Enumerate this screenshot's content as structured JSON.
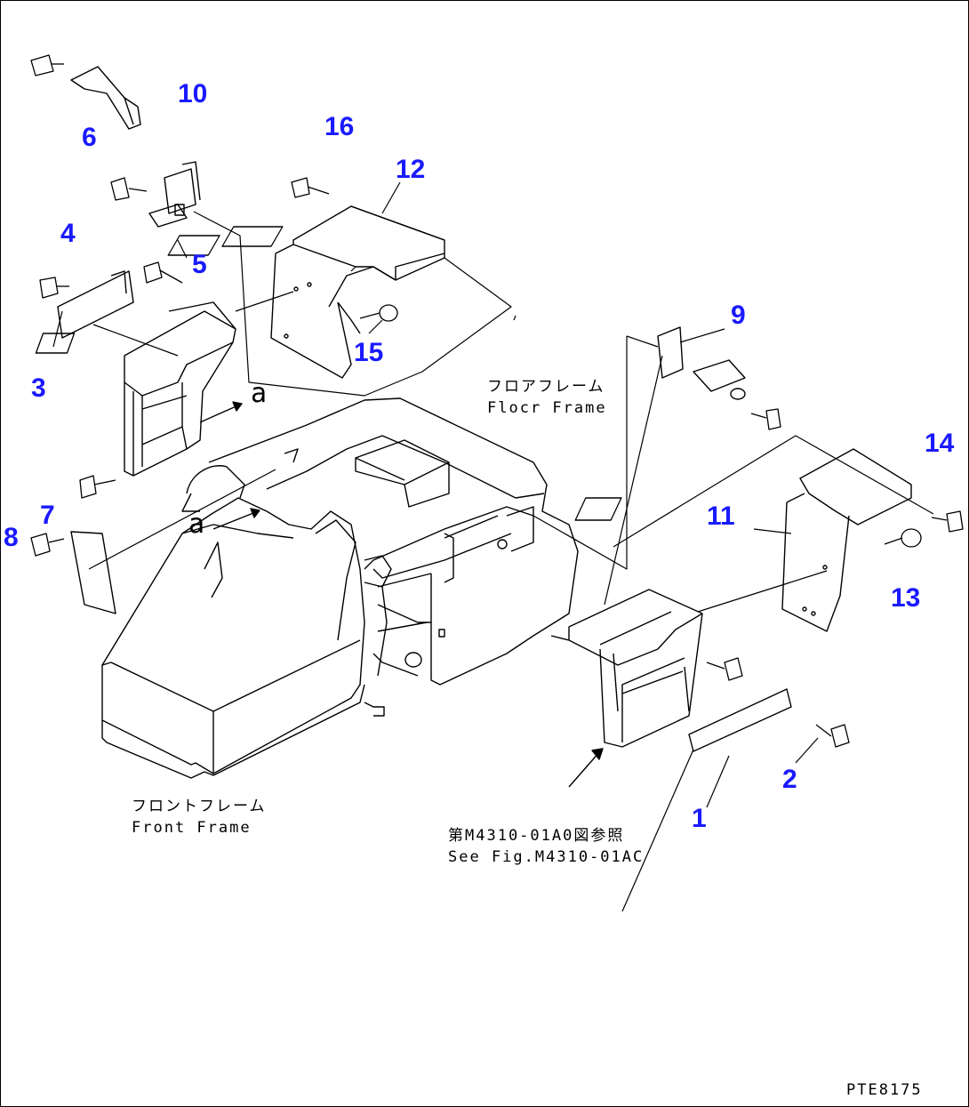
{
  "callouts": [
    {
      "n": "1"
    },
    {
      "n": "2"
    },
    {
      "n": "3"
    },
    {
      "n": "4"
    },
    {
      "n": "5"
    },
    {
      "n": "6"
    },
    {
      "n": "7"
    },
    {
      "n": "8"
    },
    {
      "n": "9"
    },
    {
      "n": "10"
    },
    {
      "n": "11"
    },
    {
      "n": "12"
    },
    {
      "n": "13"
    },
    {
      "n": "14"
    },
    {
      "n": "15"
    },
    {
      "n": "16"
    }
  ],
  "labels": {
    "floor_frame_jp": "フロアフレーム",
    "floor_frame_en": "Flocr Frame",
    "front_frame_jp": "フロントフレーム",
    "front_frame_en": "Front Frame",
    "see_fig_jp": "第M4310-01A0図参照",
    "see_fig_en": "See Fig.M4310-01AC",
    "view_marker_a": "a",
    "drawing_id": "PTE8175"
  },
  "colors": {
    "callout": "#1a1aff",
    "line": "#000000",
    "background": "#ffffff"
  }
}
